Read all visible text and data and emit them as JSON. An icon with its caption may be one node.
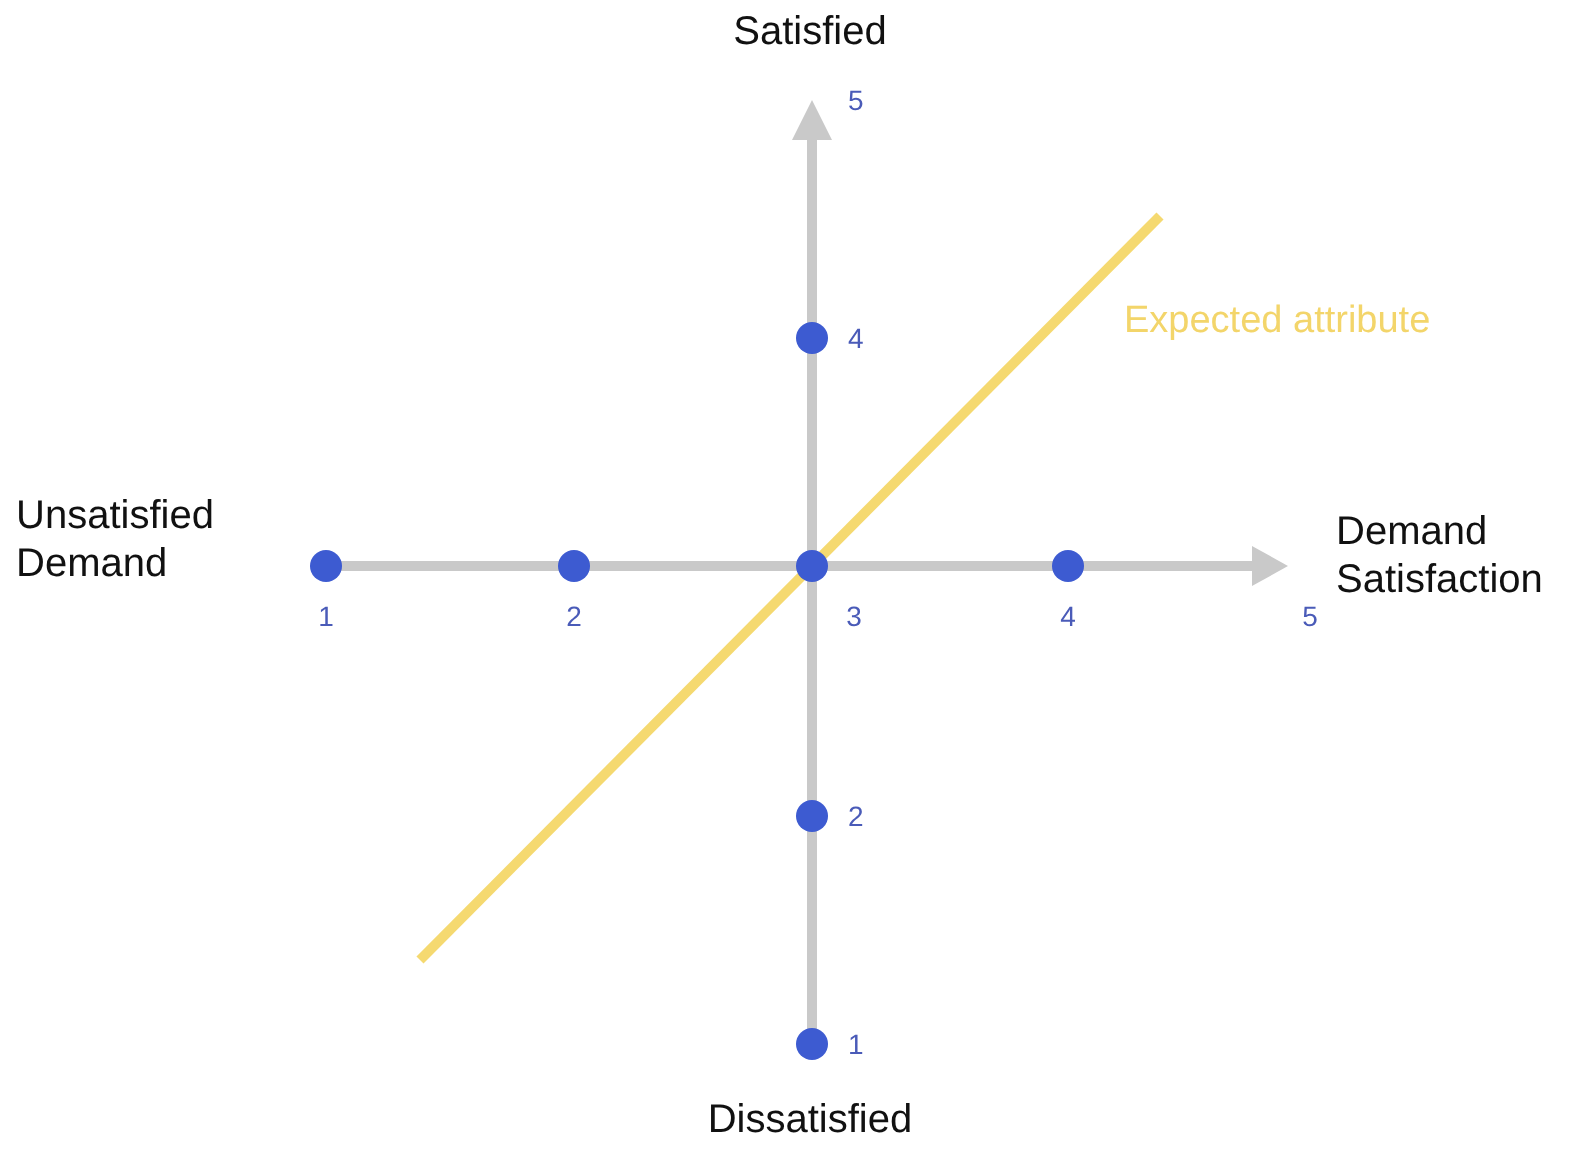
{
  "diagram": {
    "labels": [
      "Satisfied",
      "5",
      "4",
      "Expected attribute",
      "Unsatisfied Demand",
      "Demand Satisfaction",
      "1",
      "2",
      "3",
      "4",
      "5",
      "2",
      "1",
      "Dissatisfied"
    ]
  }
}
